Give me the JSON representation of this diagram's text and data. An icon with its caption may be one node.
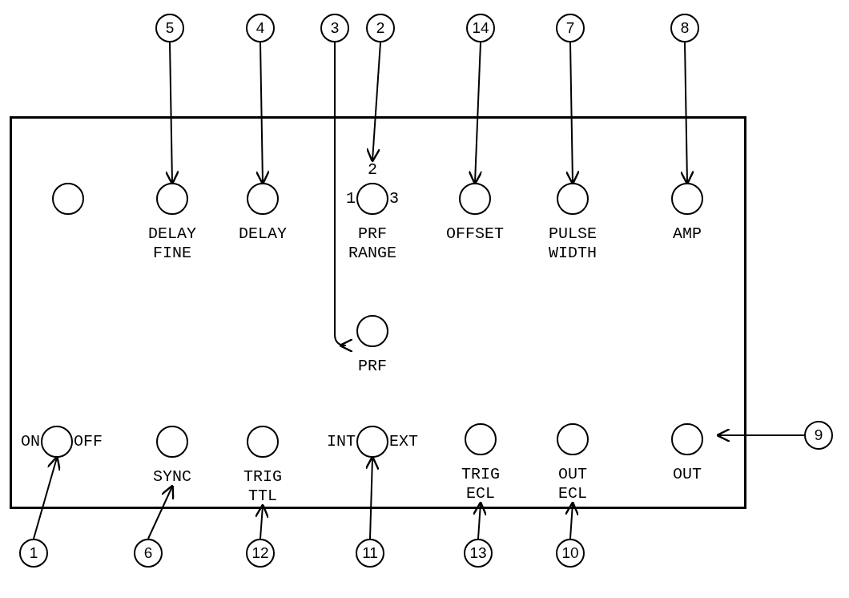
{
  "diagram": {
    "nodes": [
      {
        "text": [],
        "shape": "box"
      },
      {
        "text": [],
        "shape": "circle",
        "in": 0
      },
      {
        "text": [],
        "shape": "circle",
        "in": 0,
        "beside": [
          "DELAY FINE"
        ]
      },
      {
        "text": [],
        "shape": "circle",
        "in": 0,
        "beside": [
          "DELAY"
        ]
      },
      {
        "text": [],
        "shape": "circle",
        "in": 0,
        "beside": [
          "2",
          "1",
          "3",
          "PRF RANGE"
        ]
      },
      {
        "text": [],
        "shape": "circle",
        "in": 0,
        "beside": [
          "OFFSET"
        ]
      },
      {
        "text": [],
        "shape": "circle",
        "in": 0,
        "beside": [
          "PULSE WIDTH"
        ]
      },
      {
        "text": [],
        "shape": "circle",
        "in": 0,
        "beside": [
          "AMP"
        ]
      },
      {
        "text": [],
        "shape": "circle",
        "in": 0,
        "beside": [
          "PRF"
        ]
      },
      {
        "text": [],
        "shape": "circle",
        "in": 0,
        "beside": [
          "ON",
          "OFF"
        ]
      },
      {
        "text": [],
        "shape": "circle",
        "in": 0,
        "beside": [
          "SYNC"
        ]
      },
      {
        "text": [],
        "shape": "circle",
        "in": 0,
        "beside": [
          "TRIG TTL"
        ]
      },
      {
        "text": [],
        "shape": "circle",
        "in": 0,
        "beside": [
          "INT",
          "EXT"
        ]
      },
      {
        "text": [],
        "shape": "circle",
        "in": 0,
        "beside": [
          "TRIG ECL"
        ]
      },
      {
        "text": [],
        "shape": "circle",
        "in": 0,
        "beside": [
          "OUT ECL"
        ]
      },
      {
        "text": [],
        "shape": "circle",
        "in": 0,
        "beside": [
          "OUT"
        ]
      },
      {
        "text": [
          "5"
        ]
      },
      {
        "text": [
          "4"
        ]
      },
      {
        "text": [
          "3"
        ]
      },
      {
        "text": [
          "2"
        ]
      },
      {
        "text": [
          "14"
        ]
      },
      {
        "text": [
          "7"
        ]
      },
      {
        "text": [
          "8"
        ]
      },
      {
        "text": [
          "9"
        ]
      },
      {
        "text": [
          "1"
        ]
      },
      {
        "text": [
          "6"
        ]
      },
      {
        "text": [
          "12"
        ]
      },
      {
        "text": [
          "11"
        ]
      },
      {
        "text": [
          "13"
        ]
      },
      {
        "text": [
          "10"
        ]
      }
    ],
    "edges": [
      {
        "from": 16,
        "to": 2,
        "arrow": "to"
      },
      {
        "from": 17,
        "to": 3,
        "arrow": "to"
      },
      {
        "from": 18,
        "to": 8,
        "arrow": "to"
      },
      {
        "from": 19,
        "to": 4,
        "arrow": "to"
      },
      {
        "from": 20,
        "to": 5,
        "arrow": "to"
      },
      {
        "from": 21,
        "to": 6,
        "arrow": "to"
      },
      {
        "from": 22,
        "to": 7,
        "arrow": "to"
      },
      {
        "from": 23,
        "to": 15,
        "arrow": "to"
      },
      {
        "from": 24,
        "to": 9,
        "arrow": "to"
      },
      {
        "from": 25,
        "to": 10,
        "arrow": "to"
      },
      {
        "from": 26,
        "to": 11,
        "arrow": "to"
      },
      {
        "from": 27,
        "to": 12,
        "arrow": "to"
      },
      {
        "from": 28,
        "to": 13,
        "arrow": "to"
      },
      {
        "from": 29,
        "to": 14,
        "arrow": "to"
      }
    ]
  }
}
